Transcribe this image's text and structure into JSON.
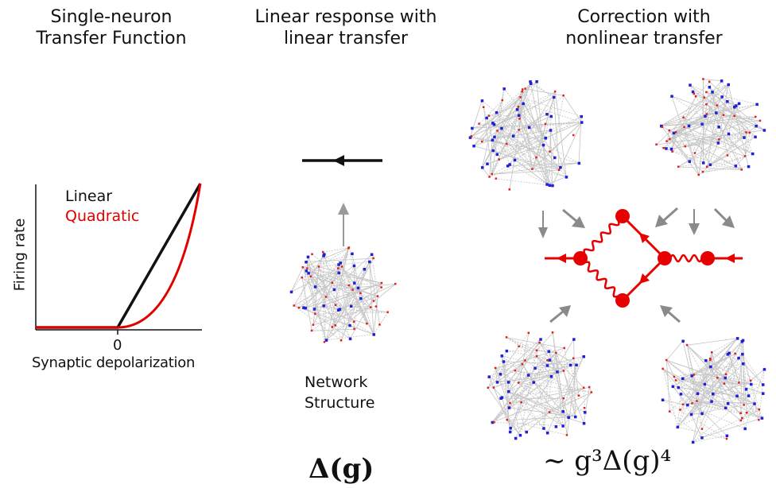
{
  "panels": {
    "transfer": {
      "title_line1": "Single-neuron",
      "title_line2": "Transfer Function",
      "legend_linear": "Linear",
      "legend_quadratic": "Quadratic",
      "ylabel": "Firing rate",
      "xtick": "0",
      "xlabel": "Synaptic depolarization"
    },
    "linear": {
      "title_line1": "Linear response with",
      "title_line2": "linear transfer",
      "network_line1": "Network",
      "network_line2": "Structure",
      "formula": "Δ(g)"
    },
    "correction": {
      "title_line1": "Correction with",
      "title_line2": "nonlinear transfer",
      "formula": "∼ g³Δ(g)⁴"
    }
  },
  "colors": {
    "linear": "#111111",
    "quadratic": "#e00000",
    "diagram_red": "#e60000",
    "arrow_gray": "#8a8a8a",
    "node_blue": "#1f1fd6",
    "edge_gray": "#c4c4c4"
  }
}
